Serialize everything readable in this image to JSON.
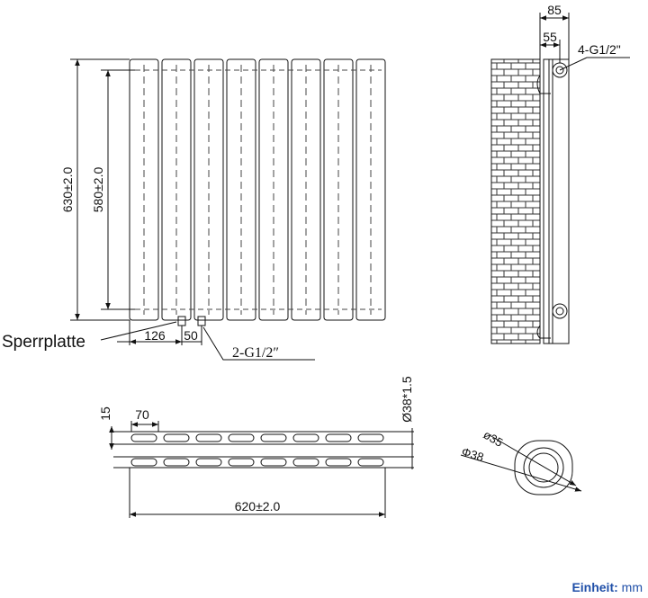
{
  "front": {
    "height_total": "630±2.0",
    "height_axis": "580±2.0",
    "dim_126": "126",
    "dim_50": "50",
    "connection": "2-G1/2″",
    "plate_label": "Sperrplatte"
  },
  "side": {
    "depth_total": "85",
    "depth_axis": "55",
    "connection": "4-G1/2\""
  },
  "top": {
    "tube_dim": "Ø38*1.5",
    "gap": "15",
    "pitch": "70",
    "width": "620±2.0"
  },
  "section": {
    "inner": "ø35",
    "outer": "Φ38"
  },
  "unit": {
    "key": "Einheit:",
    "value": "mm"
  },
  "colors": {
    "line": "#111111",
    "unit_text": "#1f4fa8"
  }
}
